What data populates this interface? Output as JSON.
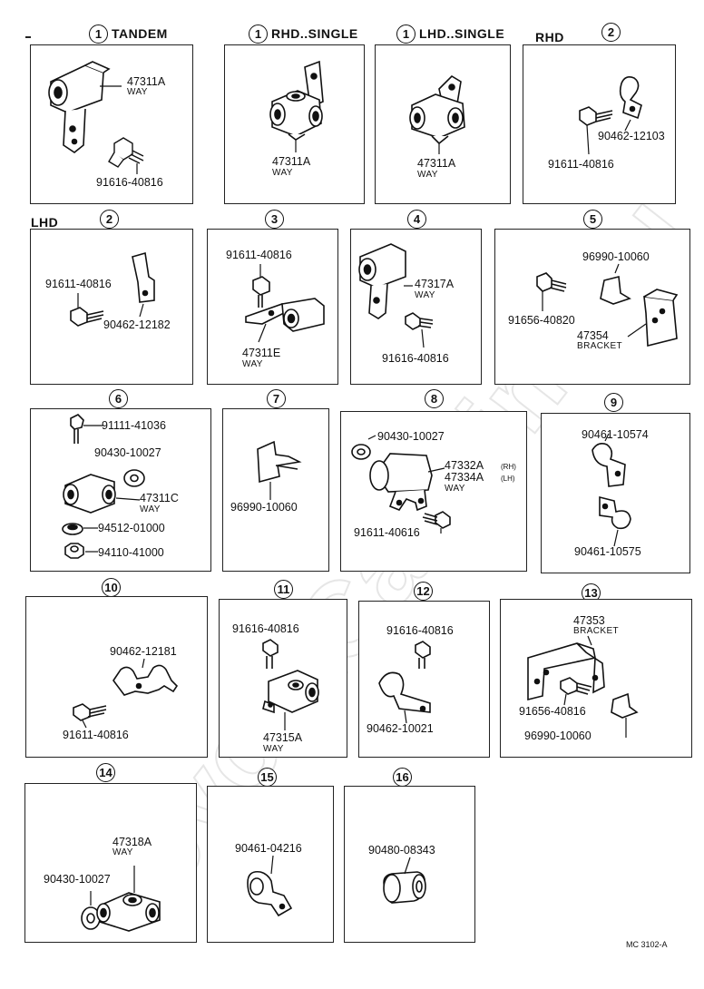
{
  "watermark": "ToyotaCarMine.ru",
  "drawing_code": "MC 3102-A",
  "panels": [
    {
      "num": "1",
      "subtitle": "TANDEM",
      "labels": {
        "a": "47311A",
        "a_note": "WAY",
        "b": "91616-40816"
      }
    },
    {
      "num": "1",
      "subtitle": "RHD..SINGLE",
      "labels": {
        "a": "47311A",
        "a_note": "WAY"
      }
    },
    {
      "num": "1",
      "subtitle": "LHD..SINGLE",
      "labels": {
        "a": "47311A",
        "a_note": "WAY"
      }
    },
    {
      "num": "2",
      "subtitle": "RHD",
      "labels": {
        "a": "90462-12103",
        "b": "91611-40816"
      }
    },
    {
      "num": "2",
      "subtitle": "LHD",
      "labels": {
        "a": "91611-40816",
        "b": "90462-12182"
      }
    },
    {
      "num": "3",
      "labels": {
        "a": "91611-40816",
        "b": "47311E",
        "b_note": "WAY"
      }
    },
    {
      "num": "4",
      "labels": {
        "a": "47317A",
        "a_note": "WAY",
        "b": "91616-40816"
      }
    },
    {
      "num": "5",
      "labels": {
        "a": "96990-10060",
        "b": "91656-40820",
        "c": "47354",
        "c_note": "BRACKET"
      }
    },
    {
      "num": "6",
      "labels": {
        "a": "91111-41036",
        "b": "90430-10027",
        "c": "47311C",
        "c_note": "WAY",
        "d": "94512-01000",
        "e": "94110-41000"
      }
    },
    {
      "num": "7",
      "labels": {
        "a": "96990-10060"
      }
    },
    {
      "num": "8",
      "labels": {
        "a": "90430-10027",
        "b": "47332A",
        "b_sm": "(RH)",
        "c": "47334A",
        "c_sm": "(LH)",
        "c_note": "WAY",
        "d": "91611-40616"
      }
    },
    {
      "num": "9",
      "labels": {
        "a": "90461-10574",
        "b": "90461-10575"
      }
    },
    {
      "num": "10",
      "labels": {
        "a": "90462-12181",
        "b": "91611-40816"
      }
    },
    {
      "num": "11",
      "labels": {
        "a": "91616-40816",
        "b": "47315A",
        "b_note": "WAY"
      }
    },
    {
      "num": "12",
      "labels": {
        "a": "91616-40816",
        "b": "90462-10021"
      }
    },
    {
      "num": "13",
      "labels": {
        "a": "47353",
        "a_note": "BRACKET",
        "b": "91656-40816",
        "c": "96990-10060"
      }
    },
    {
      "num": "14",
      "labels": {
        "a": "47318A",
        "a_note": "WAY",
        "b": "90430-10027"
      }
    },
    {
      "num": "15",
      "labels": {
        "a": "90461-04216"
      }
    },
    {
      "num": "16",
      "labels": {
        "a": "90480-08343"
      }
    }
  ]
}
